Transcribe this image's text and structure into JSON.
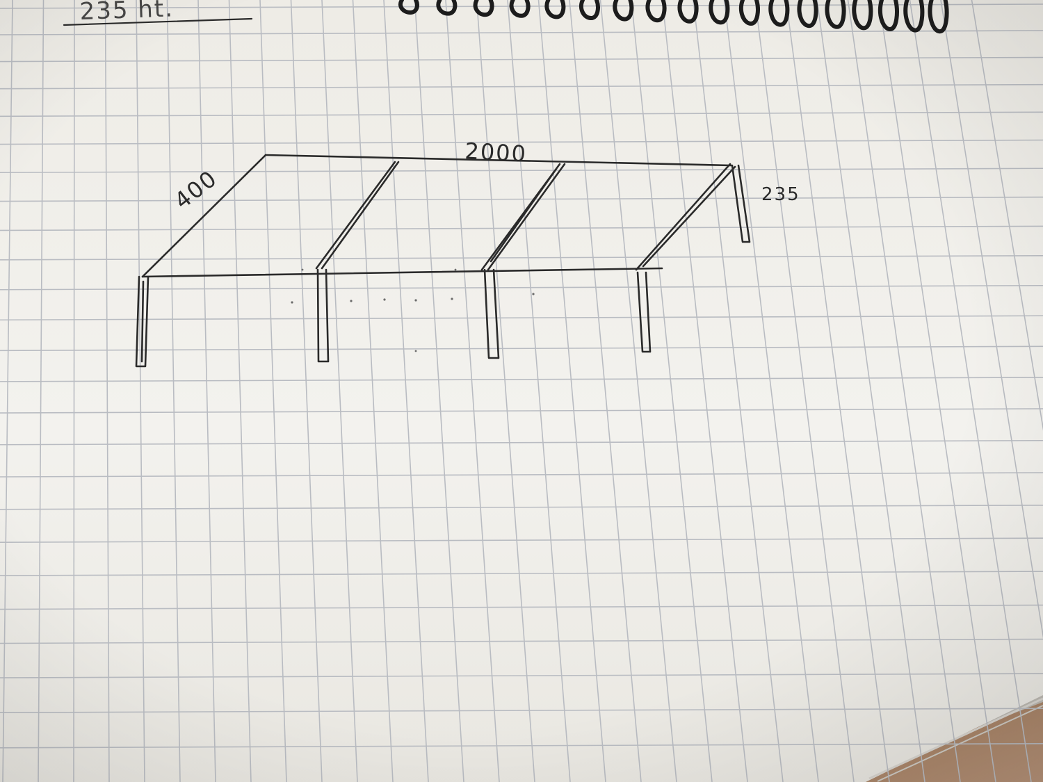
{
  "photo": {
    "subject": "graph paper notebook sketch",
    "paper_color": "#f1f0ea",
    "grid_color": "#b9bcc2",
    "ink_color": "#2a2a2a",
    "binding_color": "#1c1c1c",
    "desk_color": "#b08a6a"
  },
  "notes": {
    "top_left_scribble": "235 ht."
  },
  "sketch": {
    "dimension_length": "2000",
    "dimension_depth": "400",
    "dimension_height": "235"
  }
}
